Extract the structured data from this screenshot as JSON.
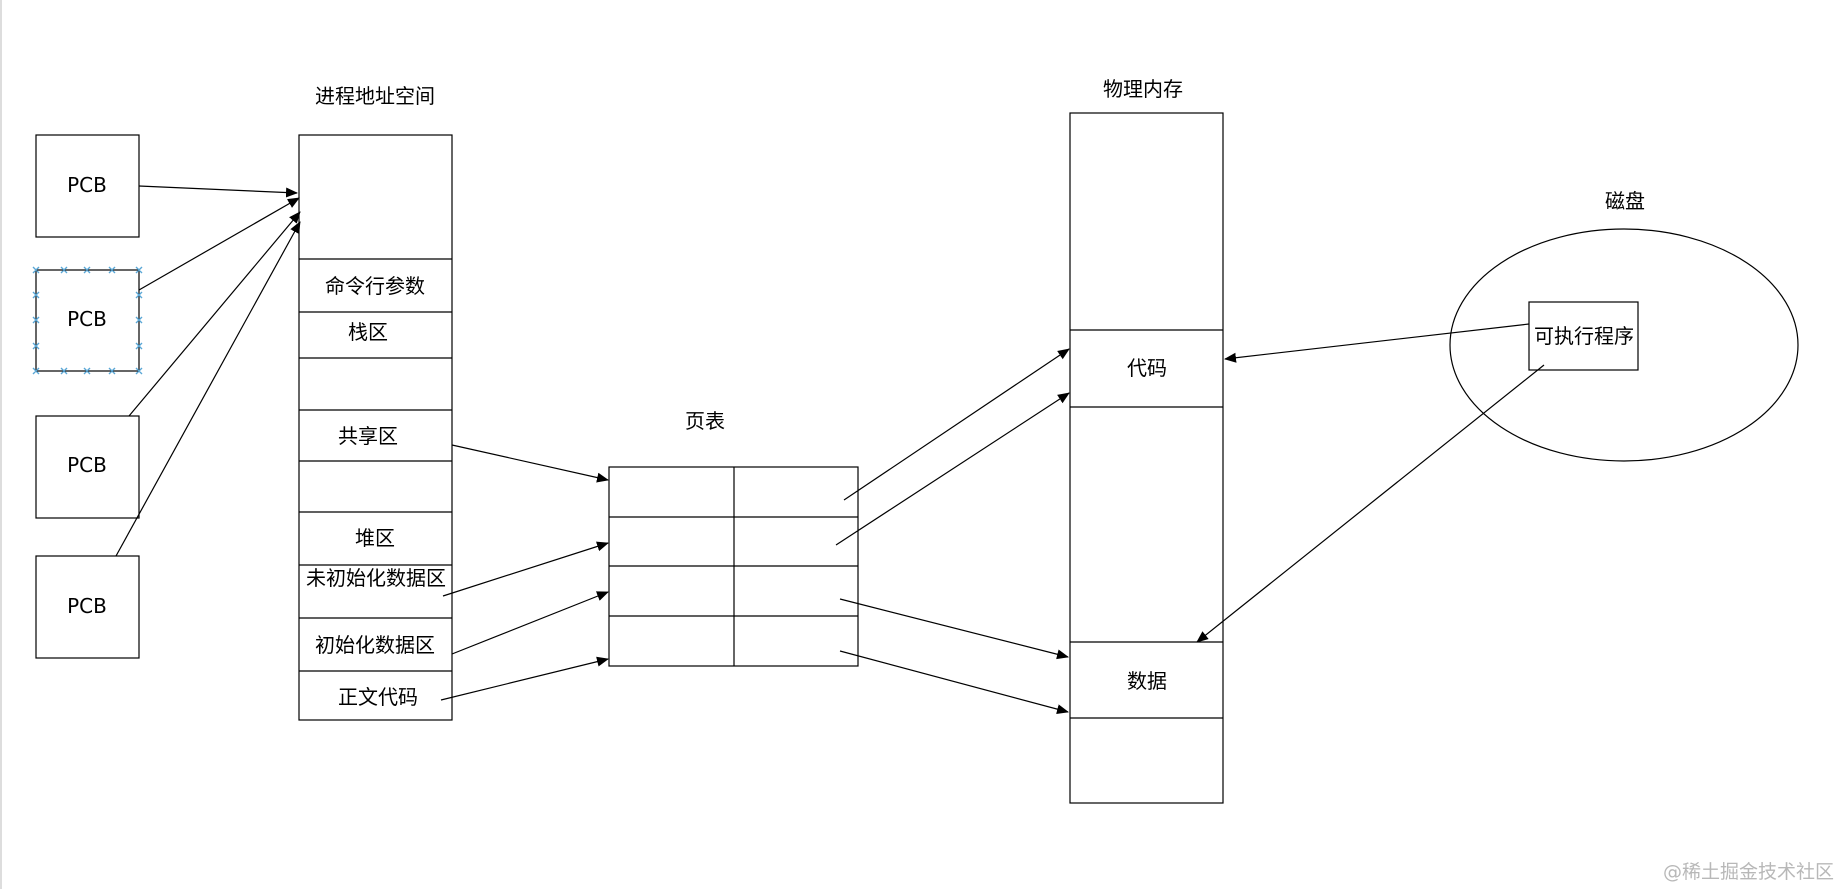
{
  "pcb_blocks": [
    "PCB",
    "PCB",
    "PCB",
    "PCB"
  ],
  "address_space": {
    "title": "进程地址空间",
    "segments": [
      "命令行参数",
      "栈区",
      "共享区",
      "堆区",
      "未初始化数据区",
      "初始化数据区",
      "正文代码"
    ]
  },
  "page_table": {
    "title": "页表"
  },
  "physical_memory": {
    "title": "物理内存",
    "code_label": "代码",
    "data_label": "数据"
  },
  "disk": {
    "title": "磁盘",
    "program_label": "可执行程序"
  },
  "watermark": "@稀土掘金技术社区",
  "colors": {
    "line": "#000000",
    "selection": "#5aa7d6",
    "watermark": "#b8b8b8"
  }
}
